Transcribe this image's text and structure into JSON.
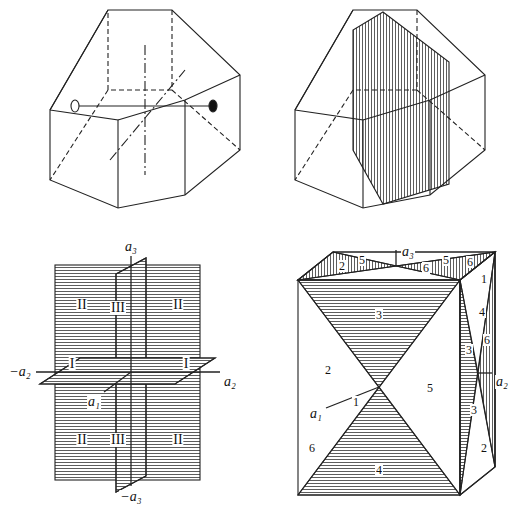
{
  "diagram": {
    "labels": [
      "a₃",
      "−a₂",
      "a₂",
      "a₁",
      "−a₃",
      "II",
      "III",
      "II",
      "I",
      "I",
      "II",
      "III",
      "II",
      "2",
      "5",
      "a₃",
      "6",
      "5",
      "6",
      "1",
      "4",
      "6",
      "3",
      "a₂",
      "3",
      "2",
      "3",
      "2",
      "1",
      "a₁",
      "6",
      "5",
      "4"
    ]
  }
}
